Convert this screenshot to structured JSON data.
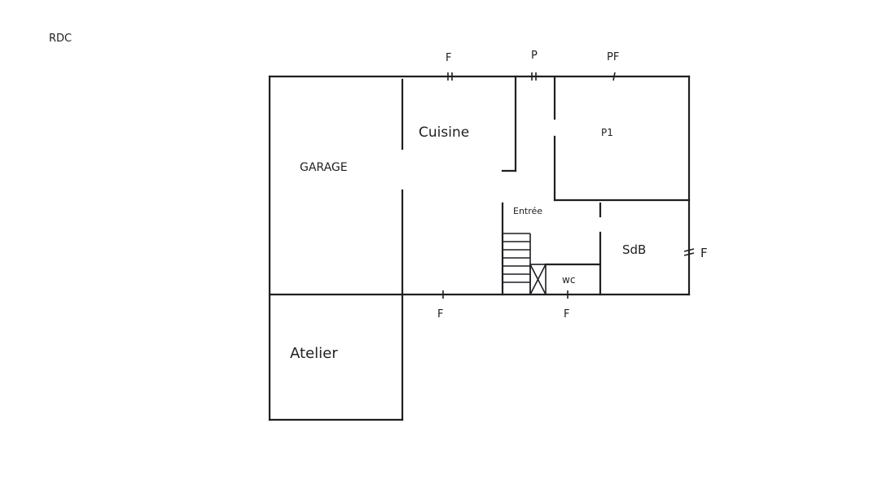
{
  "level_label": "RDC",
  "rooms": {
    "garage": "GARAGE",
    "cuisine": "Cuisine",
    "p1": "P1",
    "entree": "Entrée",
    "sdb": "SdB",
    "wc": "wc",
    "atelier": "Atelier"
  },
  "openings": {
    "top_kitchen": "F",
    "top_hall": "P",
    "top_p1": "PF",
    "right_sdb": "F",
    "bottom_kitchen": "F",
    "bottom_wc": "F"
  }
}
